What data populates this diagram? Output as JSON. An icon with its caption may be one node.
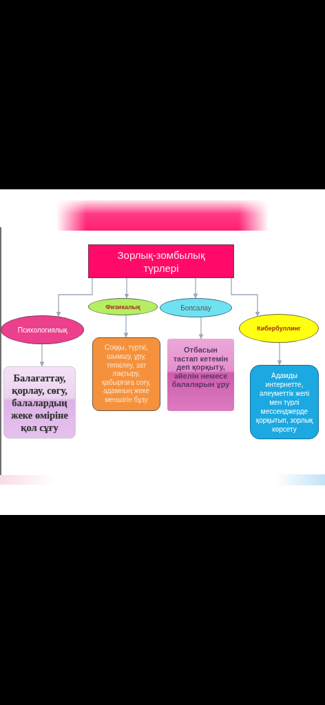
{
  "diagram": {
    "nodes": [
      {
        "text": [
          "Зорлық-зомбылық түрлері"
        ]
      },
      {
        "text": [
          "Психологиялық"
        ]
      },
      {
        "text": [
          "Физикалық"
        ]
      },
      {
        "text": [
          "Бопсалау"
        ]
      },
      {
        "text": [
          "Кибербуллинг"
        ]
      },
      {
        "text": [
          "Балағаттау, қорлау, сөгу, балалардың жеке өміріне қол сұғу"
        ]
      },
      {
        "text": [
          "Соққы, түрткі, шымшу, ұру, тепкілеу, зат лақтыру, қабырғаға соғу, адамның жеке меншігін бұзу"
        ]
      },
      {
        "text": [
          "Отбасын тастап кетемін деп қорқыту, әйелін немесе балаларын ұру"
        ]
      },
      {
        "text": [
          "Адамды интернетте, әлеуметтік желі мен түрлі мессенджерде қорқытып, зорлық көрсету"
        ]
      }
    ],
    "edges": [
      {
        "from": 0,
        "to": 1,
        "arrow": "to"
      },
      {
        "from": 0,
        "to": 2,
        "arrow": "to"
      },
      {
        "from": 0,
        "to": 3,
        "arrow": "to"
      },
      {
        "from": 0,
        "to": 4,
        "arrow": "to"
      },
      {
        "from": 1,
        "to": 5,
        "arrow": "to"
      },
      {
        "from": 2,
        "to": 6,
        "arrow": "to"
      },
      {
        "from": 3,
        "to": 7,
        "arrow": "to"
      },
      {
        "from": 4,
        "to": 8,
        "arrow": "to"
      }
    ]
  }
}
